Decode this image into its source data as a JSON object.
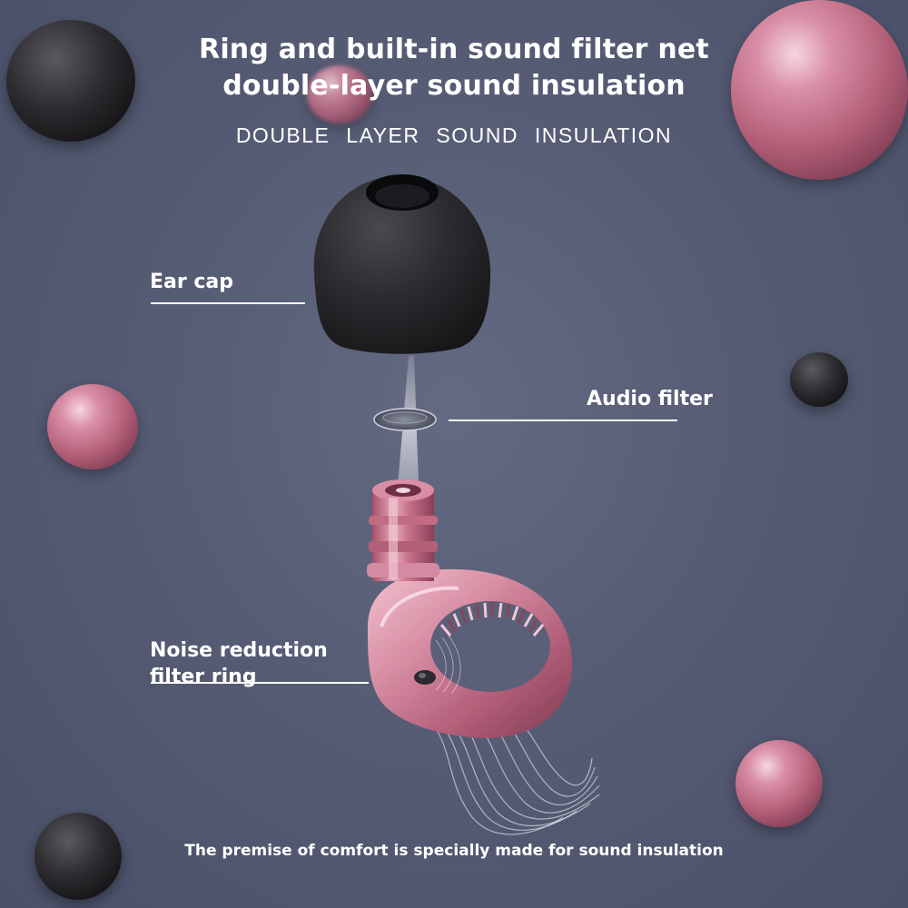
{
  "headline": {
    "line1": "Ring and built-in sound filter net",
    "line2": "double-layer sound insulation",
    "subheading": "DOUBLE LAYER SOUND INSULATION"
  },
  "callouts": {
    "ear_cap": "Ear cap",
    "audio_filter": "Audio filter",
    "noise_line1": "Noise reduction",
    "noise_line2": "filter ring"
  },
  "footer": "The premise of comfort is specially made for sound insulation",
  "colors": {
    "background": "#565c74",
    "ear_cap": "#2a2a2e",
    "rose_gold": "#c9788f",
    "text": "#ffffff"
  }
}
